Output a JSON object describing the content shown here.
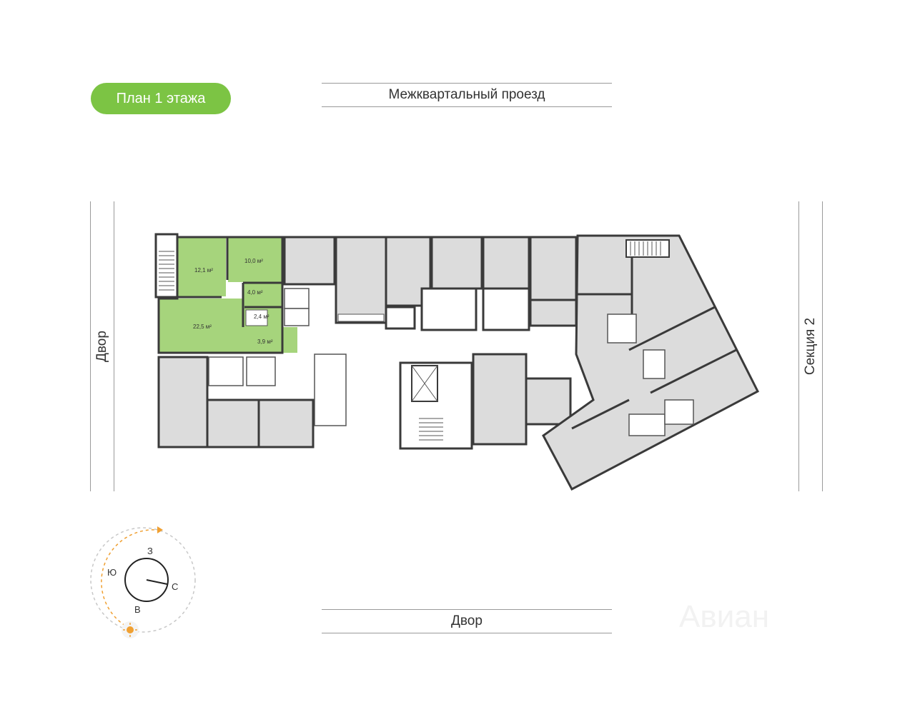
{
  "floor_badge": {
    "label": "План 1 этажа",
    "color": "#7cc444"
  },
  "labels": {
    "top": "Межквартальный проезд",
    "bottom": "Двор",
    "left": "Двор",
    "right": "Секция 2"
  },
  "apartment_areas": {
    "room1": "12,1 м²",
    "room2": "10,0 м²",
    "bath": "4,0 м²",
    "wc": "2,4 м²",
    "living": "22,5 м²",
    "hall": "3,9 м²"
  },
  "compass": {
    "north": "С",
    "south": "Ю",
    "east": "В",
    "west": "З"
  },
  "watermark": "Авиан",
  "colors": {
    "highlight": "#a6d47c",
    "wall": "#3a3a3a",
    "room": "#dcdcdc",
    "accent": "#f0a032"
  }
}
